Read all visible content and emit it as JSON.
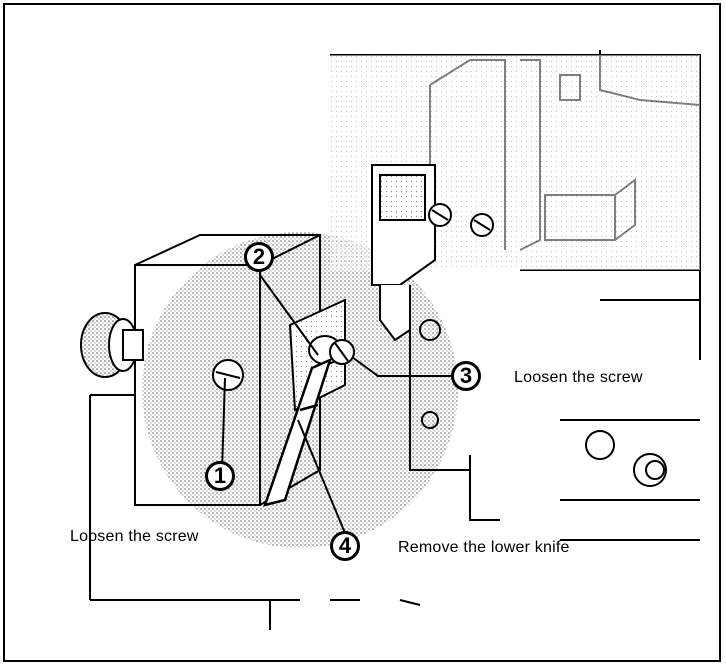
{
  "callouts": [
    {
      "num": "1",
      "text": "Loosen the screw"
    },
    {
      "num": "2",
      "text": ""
    },
    {
      "num": "3",
      "text": "Loosen the screw"
    },
    {
      "num": "4",
      "text": "Remove the lower knife"
    }
  ],
  "colors": {
    "line": "#000000",
    "shade": "#9a9a9a",
    "background": "#ffffff"
  }
}
